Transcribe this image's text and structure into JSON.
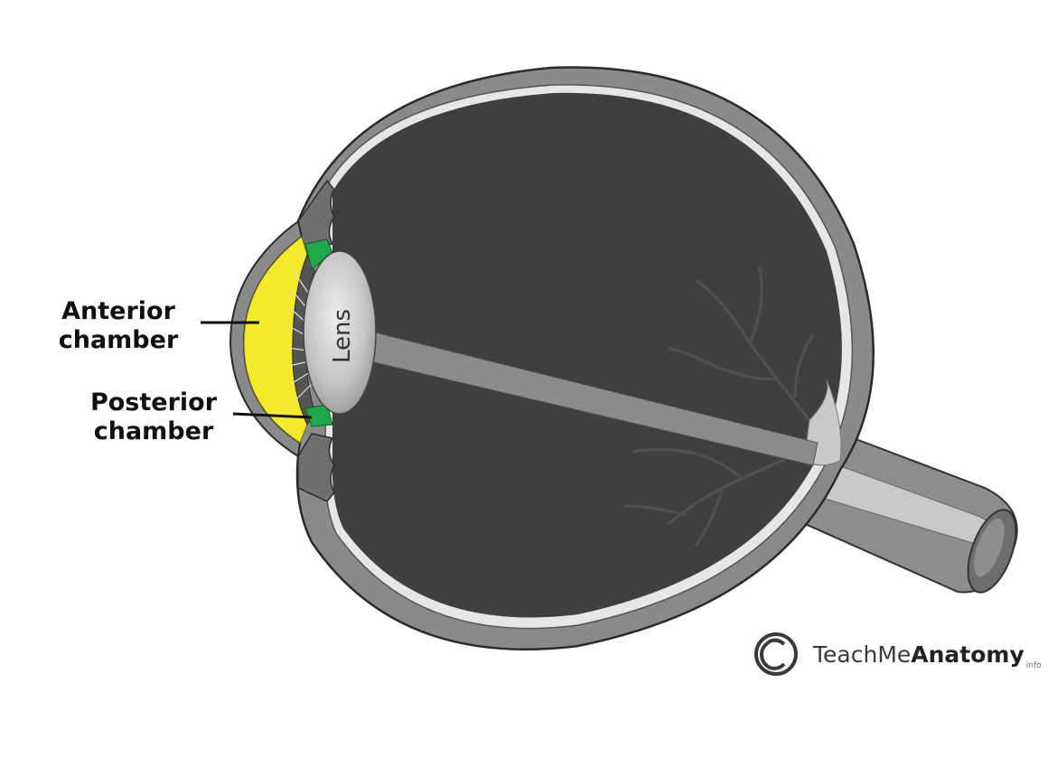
{
  "labels": {
    "anterior_line1": "Anterior",
    "anterior_line2": "chamber",
    "posterior_line1": "Posterior",
    "posterior_line2": "chamber",
    "lens": "Lens"
  },
  "watermark": {
    "brand_regular": "TeachMe",
    "brand_bold": "Anatomy",
    "brand_suffix": "info"
  },
  "colors": {
    "sclera": "#8a8a8a",
    "vitreous": "#3f3f3f",
    "anterior_chamber": "#f5ea2a",
    "posterior_chamber": "#1fa84a",
    "lens": "#c8c8c8",
    "optic_nerve": "#9a9a9a"
  }
}
